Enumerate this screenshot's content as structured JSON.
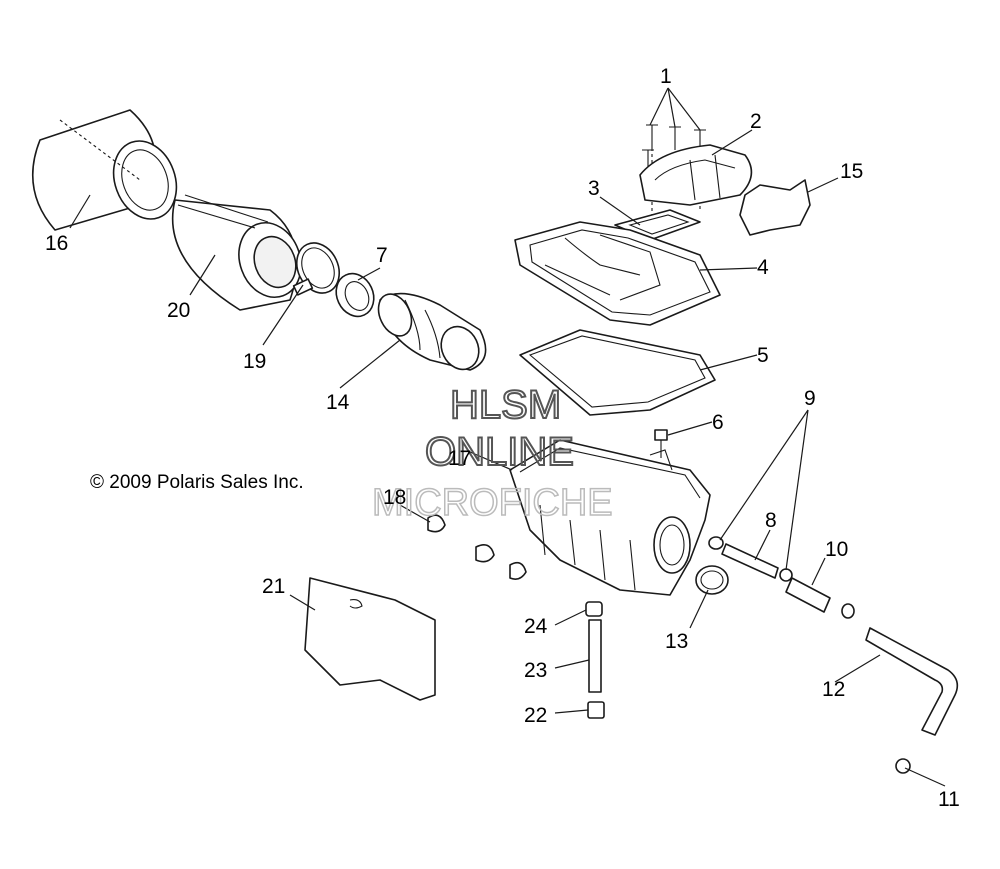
{
  "copyright": "© 2009 Polaris Sales Inc.",
  "watermark": {
    "line1": "HLSM",
    "line2": "ONLINE",
    "line3": "MICROFICHE"
  },
  "callouts": {
    "c1": "1",
    "c2": "2",
    "c3": "3",
    "c4": "4",
    "c5": "5",
    "c6": "6",
    "c7": "7",
    "c8": "8",
    "c9": "9",
    "c10": "10",
    "c11": "11",
    "c12": "12",
    "c13": "13",
    "c14": "14",
    "c15": "15",
    "c16": "16",
    "c17": "17",
    "c18": "18",
    "c19": "19",
    "c20": "20",
    "c21": "21",
    "c22": "22",
    "c23": "23",
    "c24": "24"
  }
}
